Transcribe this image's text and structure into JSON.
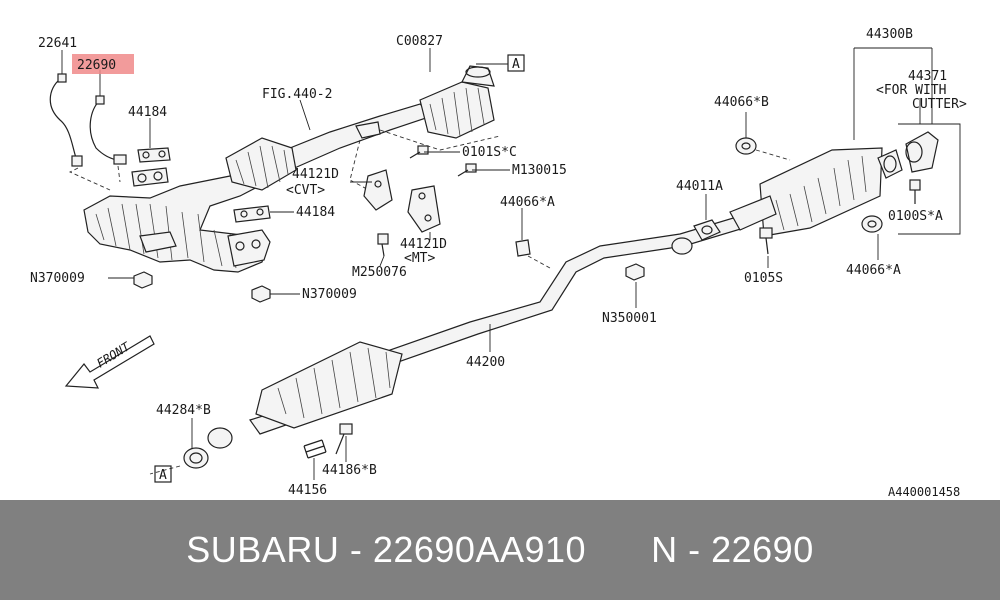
{
  "diagram": {
    "reference_number": "A440001458",
    "front_label": "FRONT",
    "box_marker": "A",
    "labels": {
      "l22641": "22641",
      "l22690": "22690",
      "lC00827": "C00827",
      "lFIG": "FIG.440-2",
      "l44184a": "44184",
      "l0101S": "0101S*C",
      "lM130015": "M130015",
      "l44121D_cvt": "44121D",
      "l_cvt": "<CVT>",
      "l44184b": "44184",
      "l44121D_mt": "44121D",
      "l_mt": "<MT>",
      "lM250076": "M250076",
      "lN370009a": "N370009",
      "lN370009b": "N370009",
      "l44300B": "44300B",
      "l44371": "44371",
      "l_forwith": "<FOR WITH",
      "l_cutter": "CUTTER>",
      "l44066B": "44066*B",
      "l44011A": "44011A",
      "l44066A_a": "44066*A",
      "l0100S": "0100S*A",
      "l44066A_b": "44066*A",
      "l0105S": "0105S",
      "lN350001": "N350001",
      "l44200": "44200",
      "l44284B": "44284*B",
      "l44186B": "44186*B",
      "l44156": "44156"
    },
    "highlight_color": "#f08a8a"
  },
  "footer": {
    "brand": "SUBARU",
    "separator": "-",
    "part_number": "22690AA910",
    "n_prefix": "N",
    "n_number": "22690"
  }
}
